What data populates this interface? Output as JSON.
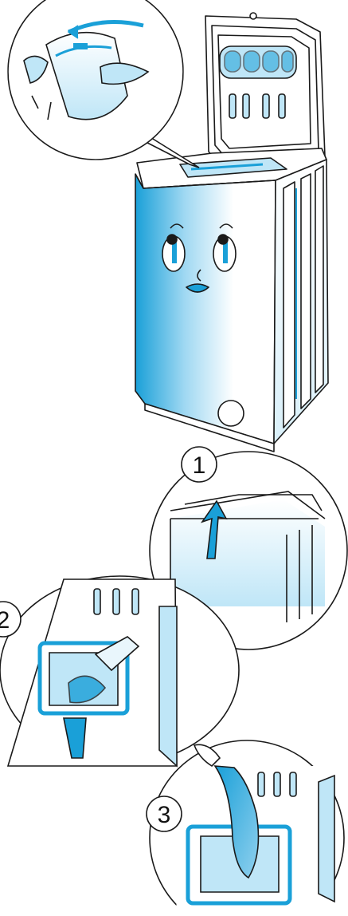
{
  "steps": [
    {
      "number": "1"
    },
    {
      "number": "2"
    },
    {
      "number": "3"
    }
  ],
  "colors": {
    "line": "#1a1a1a",
    "accent_blue": "#1aa0d8",
    "light_blue": "#bfe6f7",
    "background": "#ffffff"
  },
  "icons": [
    "washing-machine-illustration",
    "lid-opening-arrow",
    "drum-door-opening-hands",
    "laundry-loading-hand",
    "hands-folding-laundry-inset"
  ]
}
